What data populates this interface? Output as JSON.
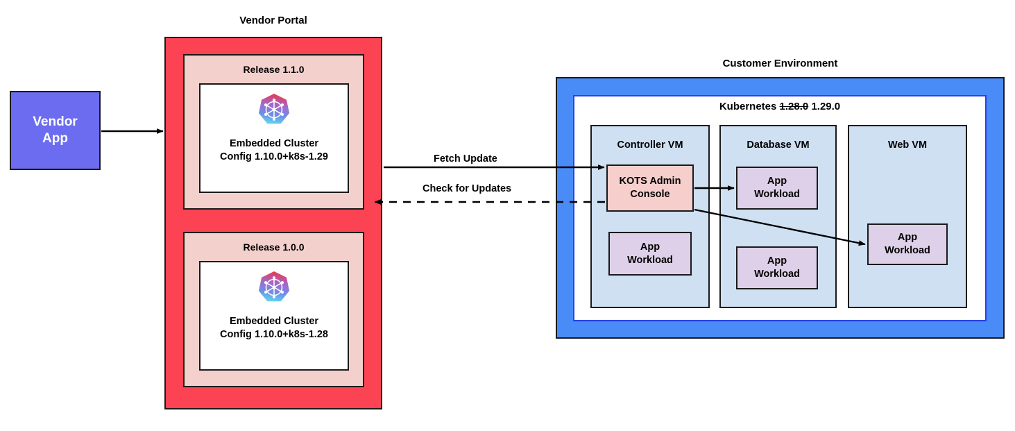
{
  "diagram": {
    "title_vendor_portal": "Vendor Portal",
    "title_customer_env": "Customer Environment"
  },
  "vendor_app": {
    "label_line1": "Vendor",
    "label_line2": "App",
    "color": "#6c6cf0"
  },
  "vendor_portal": {
    "color": "#fc4354",
    "release_color": "#f4d0cd",
    "releases": [
      {
        "title": "Release 1.1.0",
        "icon": "kubernetes-logo",
        "config_line1": "Embedded Cluster",
        "config_line2": "Config 1.10.0+k8s-1.29"
      },
      {
        "title": "Release 1.0.0",
        "icon": "kubernetes-logo",
        "config_line1": "Embedded Cluster",
        "config_line2": "Config 1.10.0+k8s-1.28"
      }
    ]
  },
  "customer_environment": {
    "outer_color": "#4a8cf7",
    "inner_border_color": "#2a3fe8",
    "kubernetes": {
      "prefix": "Kubernetes",
      "old_version": "1.28.0",
      "new_version": "1.29.0"
    },
    "vms": [
      {
        "name": "Controller VM",
        "color": "#cfe0f2",
        "cards": [
          {
            "label_line1": "KOTS Admin",
            "label_line2": "Console",
            "color": "#f6cfcd"
          },
          {
            "label_line1": "App",
            "label_line2": "Workload",
            "color": "#ded0e8"
          }
        ]
      },
      {
        "name": "Database VM",
        "color": "#cfe0f2",
        "cards": [
          {
            "label_line1": "App",
            "label_line2": "Workload",
            "color": "#ded0e8"
          },
          {
            "label_line1": "App",
            "label_line2": "Workload",
            "color": "#ded0e8"
          }
        ]
      },
      {
        "name": "Web VM",
        "color": "#cfe0f2",
        "cards": [
          {
            "label_line1": "App",
            "label_line2": "Workload",
            "color": "#ded0e8"
          }
        ]
      }
    ]
  },
  "connectors": {
    "vendor_to_portal": "",
    "fetch_update": "Fetch Update",
    "check_for_updates": "Check for Updates"
  }
}
